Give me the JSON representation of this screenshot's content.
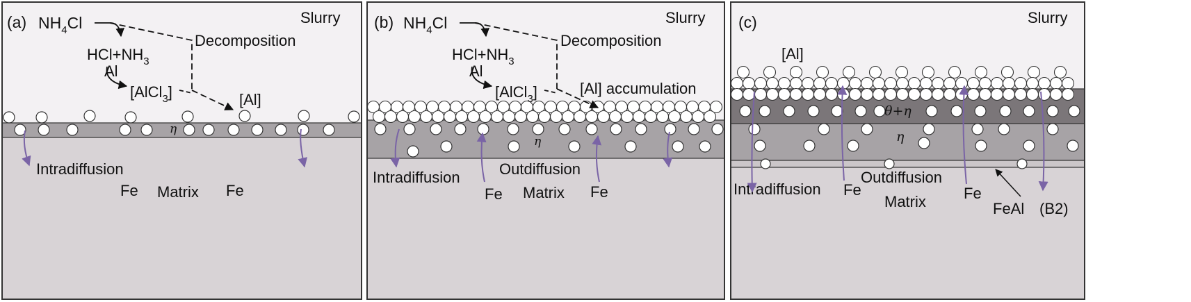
{
  "panels": [
    {
      "label": "(a)",
      "slurry": "Slurry",
      "nh4cl": [
        "NH",
        "4",
        "Cl"
      ],
      "decomposition": "Decomposition",
      "hcl_nh3": [
        "HCl+NH",
        "3"
      ],
      "al": "Al",
      "alcl3": [
        "[AlCl",
        "3",
        "]"
      ],
      "al_bracket": "[Al]",
      "eta": "η",
      "intradiffusion": "Intradiffusion",
      "fe": "Fe",
      "matrix": "Matrix"
    },
    {
      "label": "(b)",
      "slurry": "Slurry",
      "nh4cl": [
        "NH",
        "4",
        "Cl"
      ],
      "decomposition": "Decomposition",
      "hcl_nh3": [
        "HCl+NH",
        "3"
      ],
      "al": "Al",
      "alcl3": [
        "[AlCl",
        "3",
        "]"
      ],
      "al_accumulation": "[Al] accumulation",
      "eta": "η",
      "intradiffusion": "Intradiffusion",
      "outdiffusion": "Outdiffusion",
      "fe": "Fe",
      "matrix": "Matrix"
    },
    {
      "label": "(c)",
      "slurry": "Slurry",
      "al_bracket": "[Al]",
      "theta_eta": "θ+η",
      "eta": "η",
      "intradiffusion": "Intradiffusion",
      "outdiffusion": "Outdiffusion",
      "fe": "Fe",
      "matrix": "Matrix",
      "feal": "FeAl",
      "b2": "(B2)"
    }
  ],
  "colors": {
    "slurry": "#f3f1f3",
    "matrix": "#d8d3d6",
    "eta_layer": "#a7a3a6",
    "theta_layer": "#7b7679",
    "arrow_purple": "#7a64a6",
    "outline": "#333333"
  }
}
